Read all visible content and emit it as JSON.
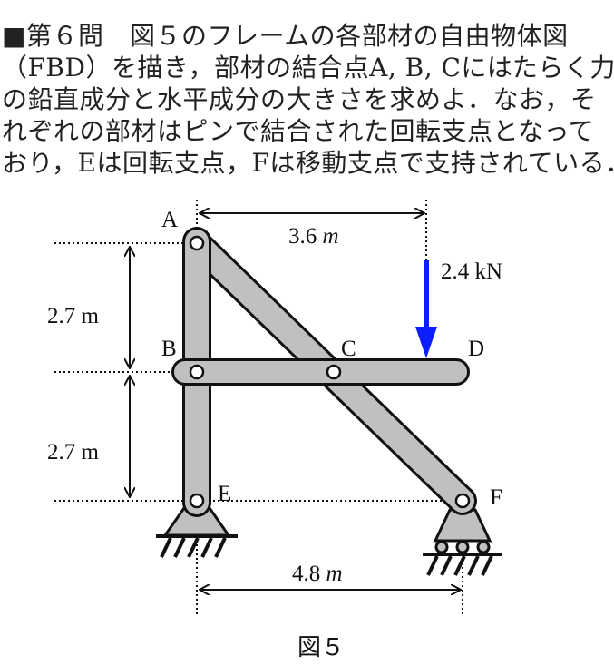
{
  "problem": {
    "lines": [
      "■第６問　図５のフレームの各部材の自由物体図",
      "（FBD）を描き，部材の結合点A, B, Cにはたらく力",
      "の鉛直成分と水平成分の大きさを求めよ．なお，そ",
      "れぞれの部材はピンで結合された回転支点となって",
      "おり，Eは回転支点，Fは移動支点で支持されている．"
    ]
  },
  "figure": {
    "caption": "図５",
    "labels": {
      "A": "A",
      "B": "B",
      "C": "C",
      "D": "D",
      "E": "E",
      "F": "F"
    },
    "dimensions": {
      "top": "3.6",
      "top_unit": "m",
      "upper_left": "2.7 m",
      "lower_left": "2.7 m",
      "bottom": "4.8",
      "bottom_unit": "m"
    },
    "load": "2.4 kN",
    "load_color": "#0a1eff",
    "member_color": "#c0c0c0"
  }
}
